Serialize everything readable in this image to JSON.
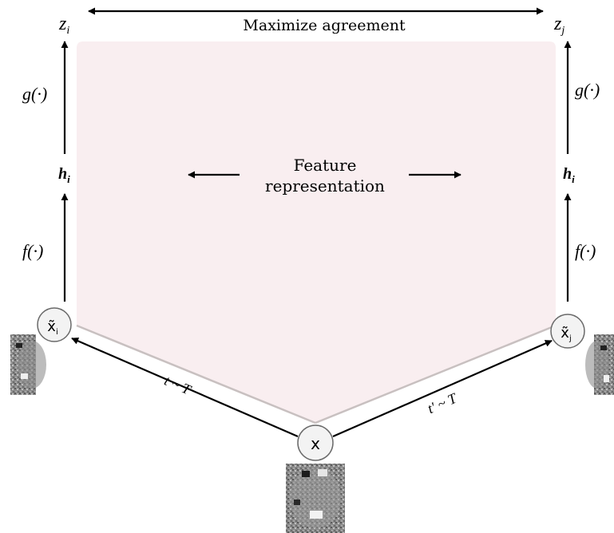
{
  "header": {
    "maximize_label": "Maximize agreement"
  },
  "left_branch": {
    "z_label": "z",
    "z_sub": "i",
    "g_label": "g(·)",
    "h_label": "h",
    "h_sub": "i",
    "f_label": "f(·)",
    "node_label": "x̃",
    "node_sub": "i",
    "edge_label": "t ~ T"
  },
  "right_branch": {
    "z_label": "z",
    "z_sub": "j",
    "g_label": "g(·)",
    "h_label": "h",
    "h_sub": "i",
    "f_label": "f(·)",
    "node_label": "x̃",
    "node_sub": "j",
    "edge_label": "t' ~ T"
  },
  "center": {
    "feature_line1": "Feature",
    "feature_line2": "representation",
    "input_label": "x"
  },
  "colors": {
    "region_fill": "#f9eef0",
    "region_edge": "#c8c0c0",
    "ink": "#000000",
    "node_fill": "#f3f3f3",
    "node_stroke": "#6a6a6a"
  }
}
